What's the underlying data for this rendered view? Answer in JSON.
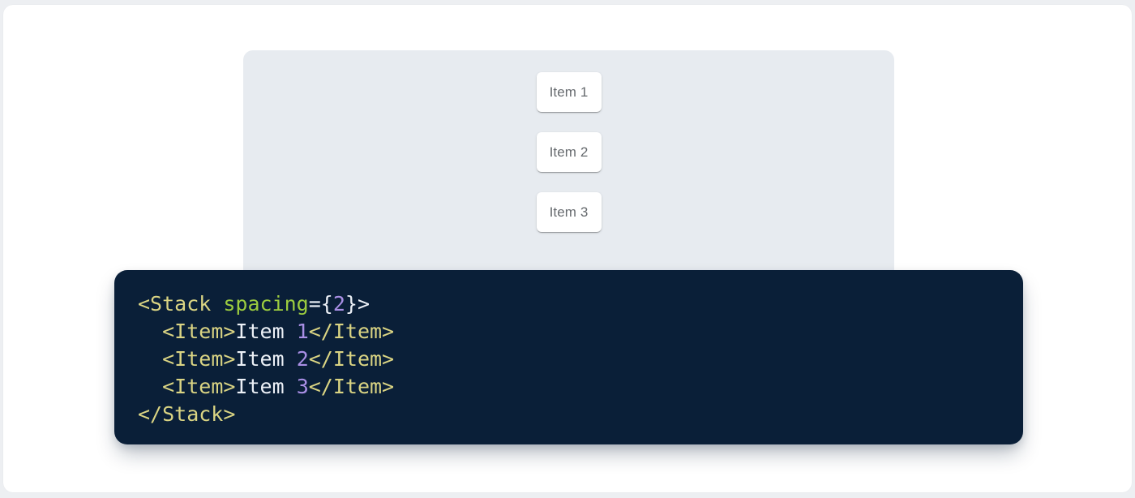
{
  "canvas": {
    "outer_background": "#EDEFF2",
    "surface_background": "#FFFFFF"
  },
  "demo": {
    "panel_background": "#E7EBF0",
    "item_text_color": "#666A6E",
    "items": [
      {
        "label": "Item 1"
      },
      {
        "label": "Item 2"
      },
      {
        "label": "Item 3"
      }
    ]
  },
  "code": {
    "background": "#0A1F38",
    "token_colors": {
      "tag": "#DAD483",
      "attr": "#9CCC3F",
      "number": "#A98FE5",
      "plain": "#EDF1F7"
    },
    "lines": [
      [
        {
          "t": "tag",
          "s": "<Stack "
        },
        {
          "t": "attr",
          "s": "spacing"
        },
        {
          "t": "plain",
          "s": "={"
        },
        {
          "t": "number",
          "s": "2"
        },
        {
          "t": "plain",
          "s": "}>"
        }
      ],
      [
        {
          "t": "plain",
          "s": "  "
        },
        {
          "t": "tag",
          "s": "<Item>"
        },
        {
          "t": "plain",
          "s": "Item "
        },
        {
          "t": "number",
          "s": "1"
        },
        {
          "t": "tag",
          "s": "</Item>"
        }
      ],
      [
        {
          "t": "plain",
          "s": "  "
        },
        {
          "t": "tag",
          "s": "<Item>"
        },
        {
          "t": "plain",
          "s": "Item "
        },
        {
          "t": "number",
          "s": "2"
        },
        {
          "t": "tag",
          "s": "</Item>"
        }
      ],
      [
        {
          "t": "plain",
          "s": "  "
        },
        {
          "t": "tag",
          "s": "<Item>"
        },
        {
          "t": "plain",
          "s": "Item "
        },
        {
          "t": "number",
          "s": "3"
        },
        {
          "t": "tag",
          "s": "</Item>"
        }
      ],
      [
        {
          "t": "tag",
          "s": "</Stack>"
        }
      ]
    ]
  }
}
